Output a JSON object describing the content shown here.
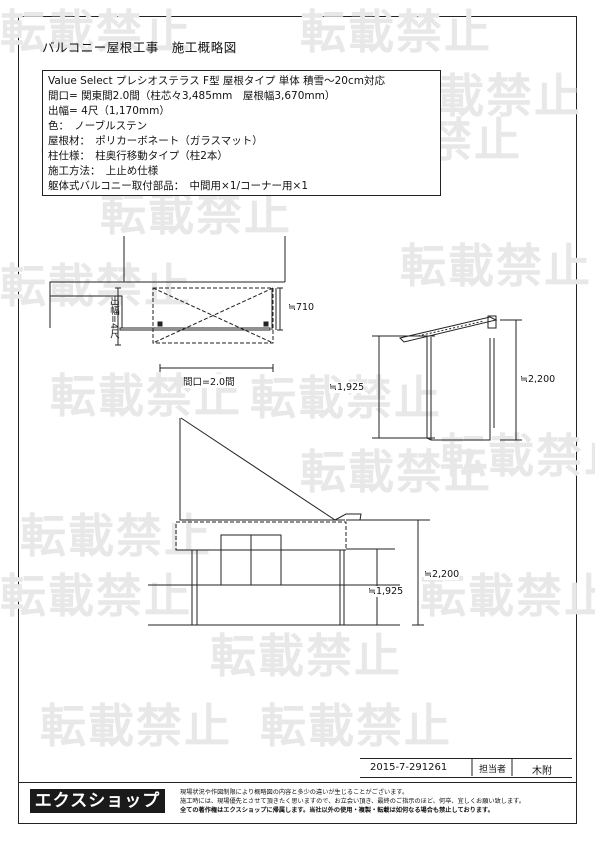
{
  "title": "バルコニー屋根工事　施工概略図",
  "spec_lines": [
    "Value Select プレシオステラス F型 屋根タイプ 単体 積雪〜20cm対応",
    "間口= 関東間2.0間（柱芯々3,485mm　屋根幅3,670mm）",
    "出幅= 4尺（1,170mm）",
    "色：　ノーブルステン",
    "屋根材：　ポリカーボネート（ガラスマット）",
    "柱仕様：　柱奥行移動タイプ（柱2本）",
    "施工方法：　上止め仕様",
    "躯体式バルコニー取付部品：　中間用×1/コーナー用×1"
  ],
  "plan_view": {
    "depth_label": "出幅=4尺",
    "width_label": "間口=2.0間",
    "offset_label": "≒710"
  },
  "side_view": {
    "height_low": "≒1,925",
    "height_high": "≒2,200"
  },
  "elevation": {
    "height_low": "≒1,925",
    "height_high": "≒2,200"
  },
  "watermark_text": "転載禁止",
  "info": {
    "doc_number": "2015-7-291261",
    "person_label": "担当者",
    "person_name": "木附"
  },
  "logo_text": "エクスショップ",
  "notes": [
    "現場状況や作図制限により概略図の内容と多少の違いが生じることがございます。",
    "施工時には、現場優先とさせて頂きたく思いますので、お立会い頂き、最終のご指示のほど、何卒、宜しくお願い致します。",
    "全ての著作権はエクスショップに帰属します。当社以外の使用・複製・転載は如何なる場合も禁止しております。"
  ]
}
